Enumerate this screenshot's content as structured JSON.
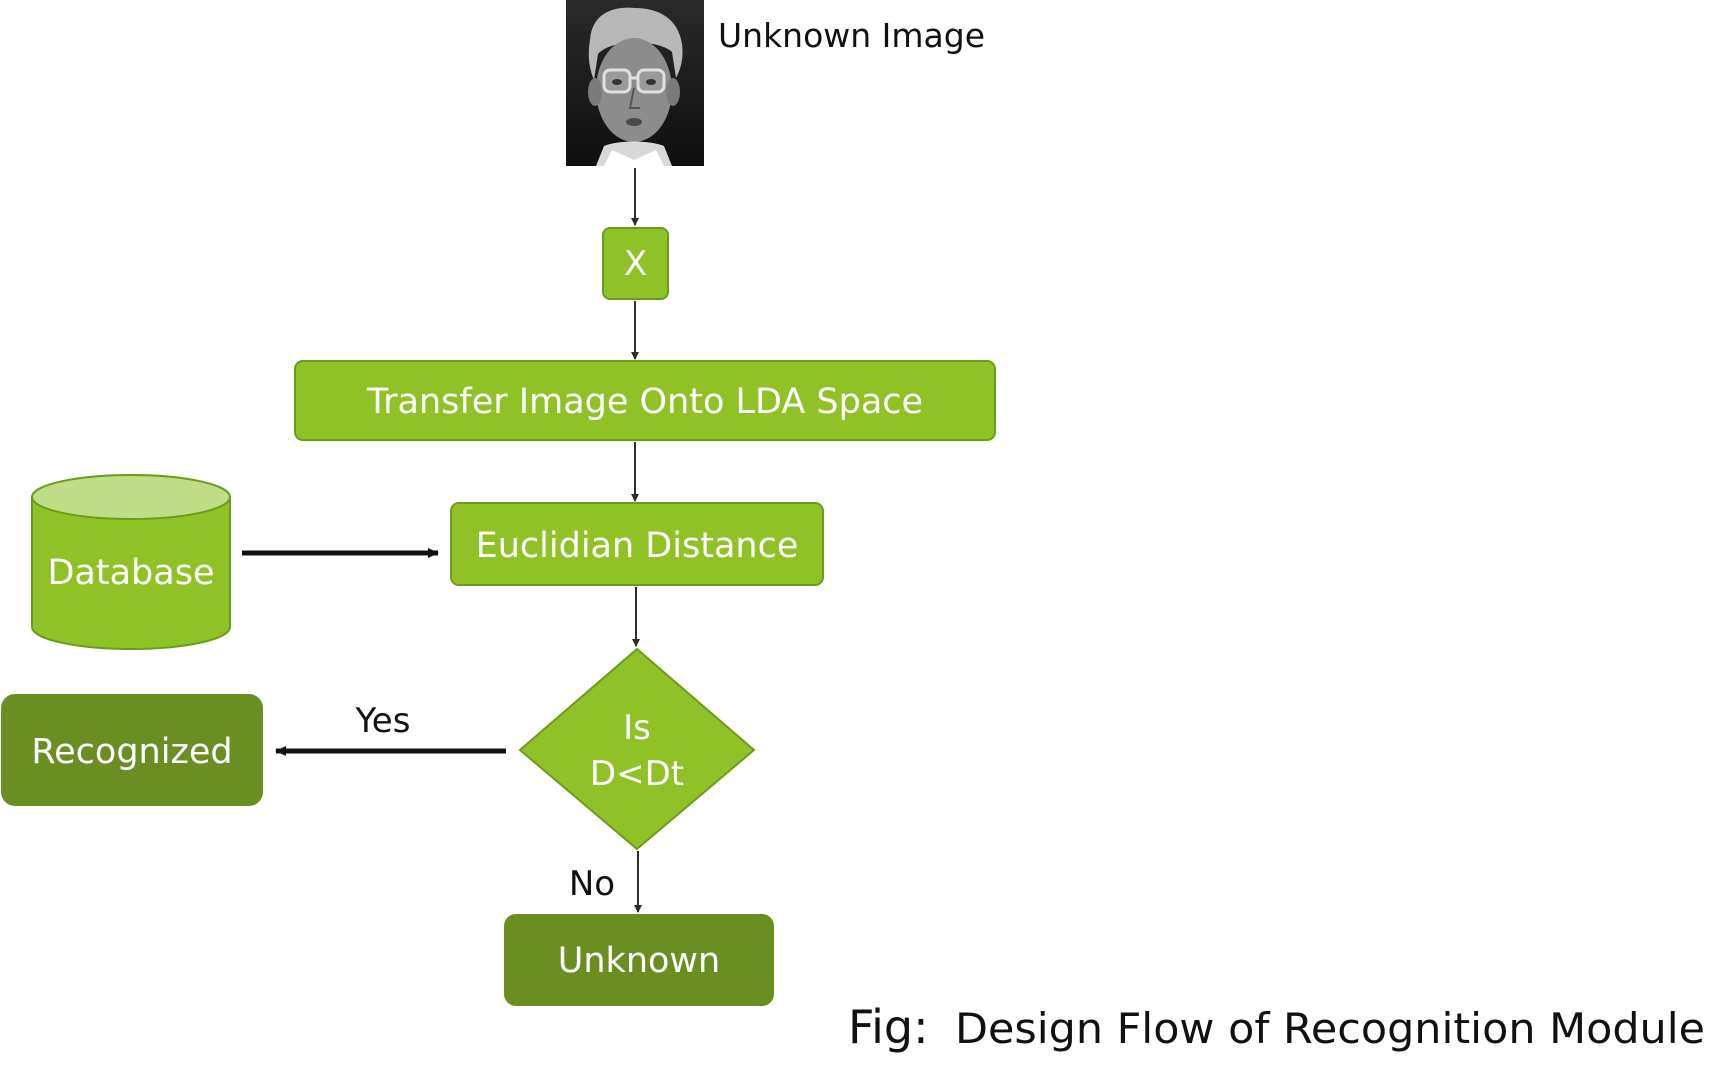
{
  "diagram": {
    "unknown_image_label": "Unknown Image",
    "step_x": "X",
    "step_transfer": "Transfer Image Onto LDA Space",
    "step_distance": "Euclidian Distance",
    "database": "Database",
    "decision_line1": "Is",
    "decision_line2": "D<Dt",
    "yes_label": "Yes",
    "no_label": "No",
    "result_recognized": "Recognized",
    "result_unknown": "Unknown",
    "photo_icon": "face-photo-icon"
  },
  "caption": {
    "prefix": "Fig:",
    "text": "Design Flow of Recognition Module"
  },
  "colors": {
    "process_fill": "#8fc226",
    "process_stroke": "#6e9a1a",
    "database_top": "#bedd86",
    "result_fill": "#6b8e23",
    "arrow": "#2d2d2d"
  }
}
